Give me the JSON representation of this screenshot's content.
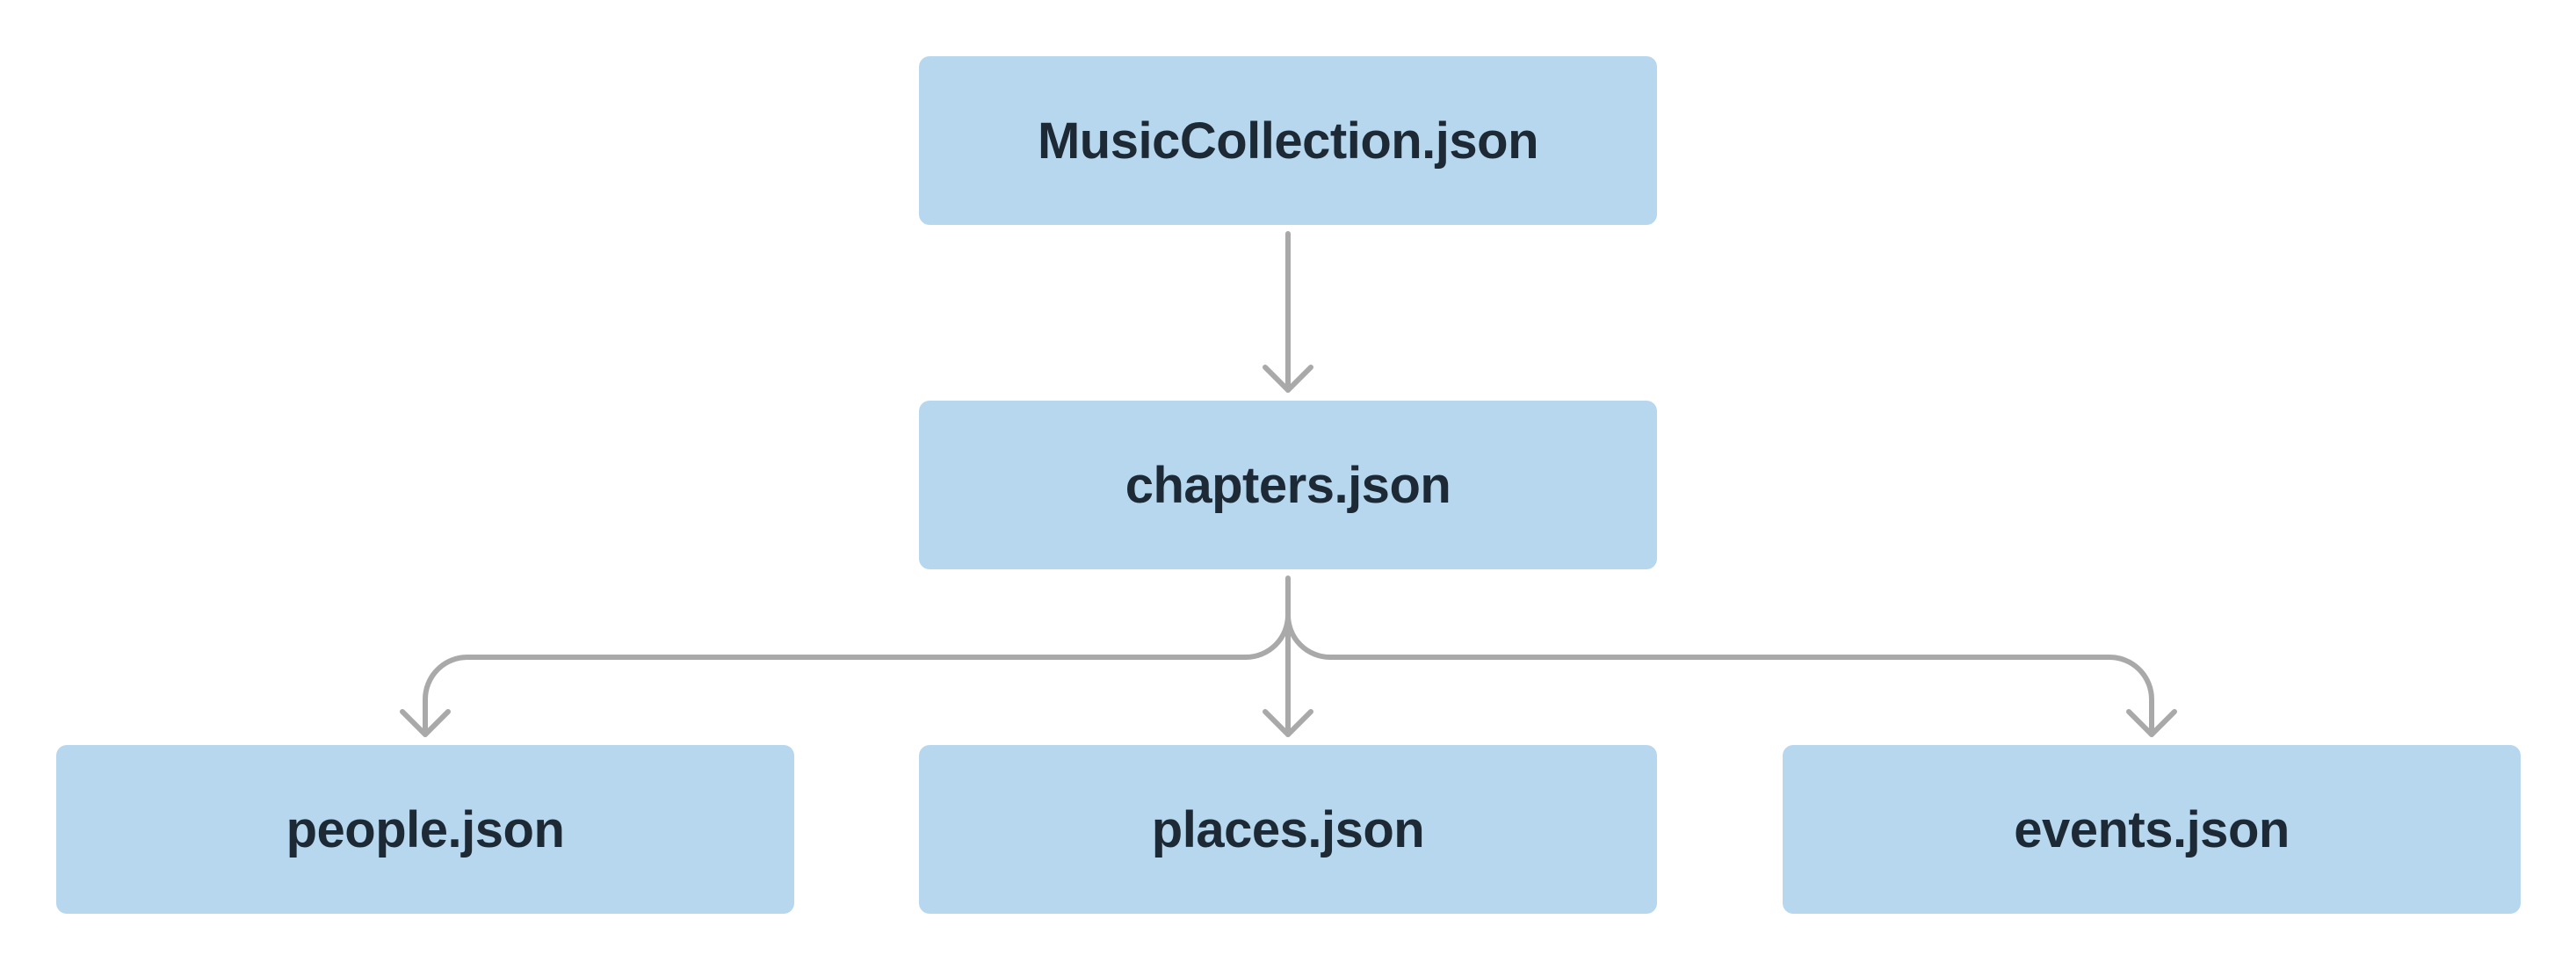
{
  "colors": {
    "node_fill": "#b7d7ef",
    "node_text": "#1d2a35",
    "connector": "#a9a9a9",
    "background": "#ffffff"
  },
  "diagram": {
    "type": "tree",
    "root": {
      "label": "MusicCollection.json"
    },
    "middle": {
      "label": "chapters.json"
    },
    "leaves": [
      {
        "label": "people.json"
      },
      {
        "label": "places.json"
      },
      {
        "label": "events.json"
      }
    ],
    "edges": [
      {
        "from": "MusicCollection.json",
        "to": "chapters.json"
      },
      {
        "from": "chapters.json",
        "to": "people.json"
      },
      {
        "from": "chapters.json",
        "to": "places.json"
      },
      {
        "from": "chapters.json",
        "to": "events.json"
      }
    ]
  }
}
